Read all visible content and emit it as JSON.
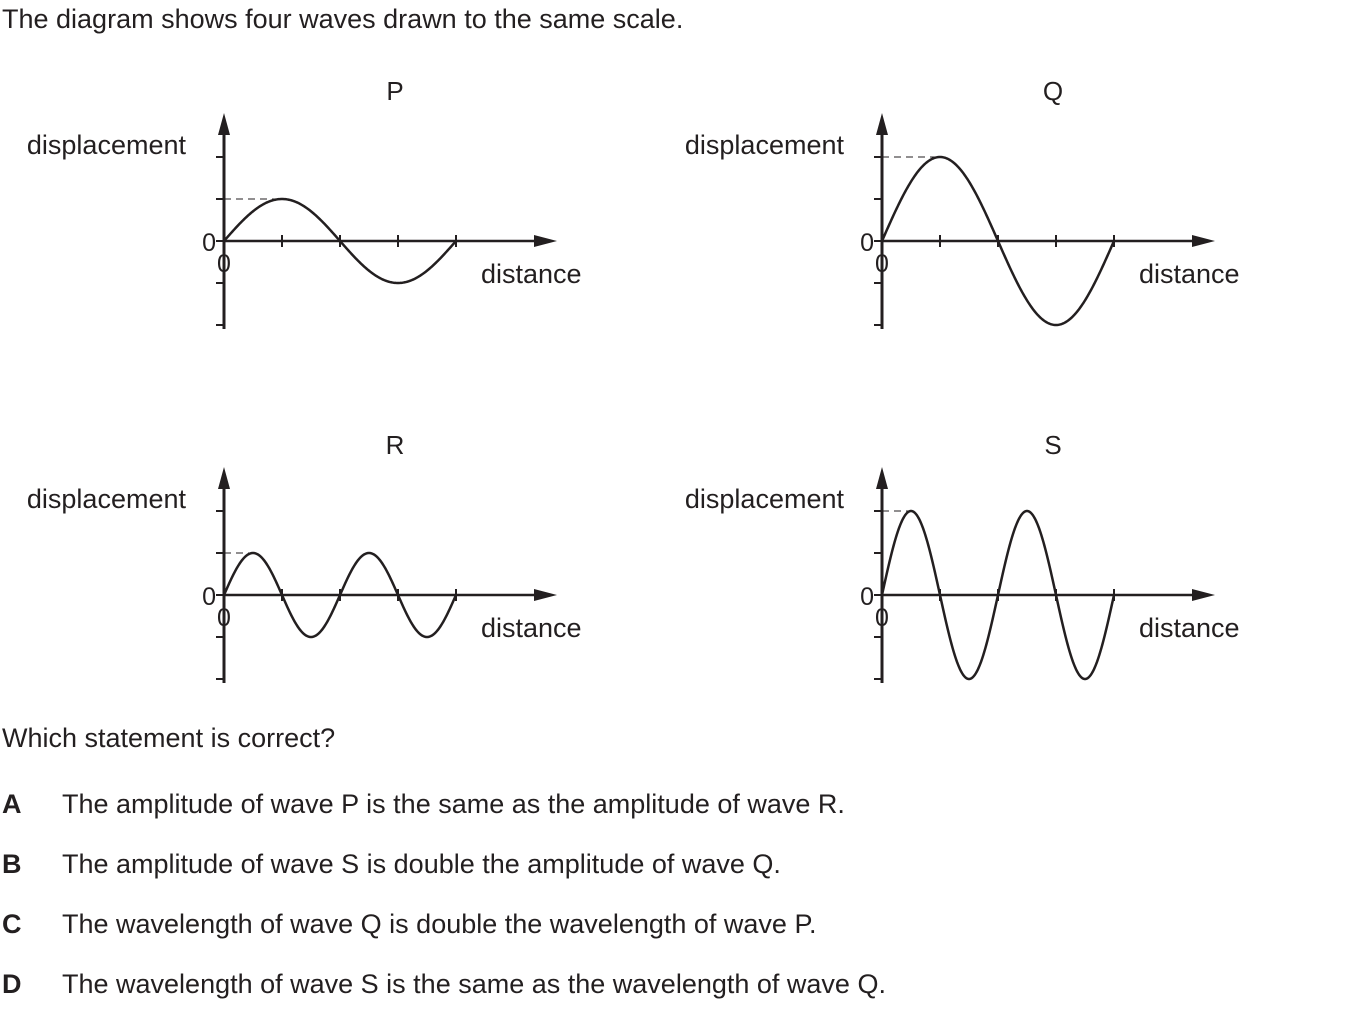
{
  "intro": "The diagram shows four waves drawn to the same scale.",
  "question": "Which statement is correct?",
  "graphs": [
    {
      "label": "P",
      "y_label": "displacement",
      "x_label": "distance",
      "origin_y": "0",
      "origin_x": "0",
      "amplitude": 1,
      "wavelength": 4,
      "cycles": 1
    },
    {
      "label": "Q",
      "y_label": "displacement",
      "x_label": "distance",
      "origin_y": "0",
      "origin_x": "0",
      "amplitude": 2,
      "wavelength": 4,
      "cycles": 1
    },
    {
      "label": "R",
      "y_label": "displacement",
      "x_label": "distance",
      "origin_y": "0",
      "origin_x": "0",
      "amplitude": 1,
      "wavelength": 2,
      "cycles": 2
    },
    {
      "label": "S",
      "y_label": "displacement",
      "x_label": "distance",
      "origin_y": "0",
      "origin_x": "0",
      "amplitude": 2,
      "wavelength": 2,
      "cycles": 2
    }
  ],
  "options": [
    {
      "letter": "A",
      "text": "The amplitude of wave P is the same as the amplitude of wave R."
    },
    {
      "letter": "B",
      "text": "The amplitude of wave S is double the amplitude of wave Q."
    },
    {
      "letter": "C",
      "text": "The wavelength of wave Q is double the wavelength of wave P."
    },
    {
      "letter": "D",
      "text": "The wavelength of wave S is the same as the wavelength of wave Q."
    }
  ]
}
